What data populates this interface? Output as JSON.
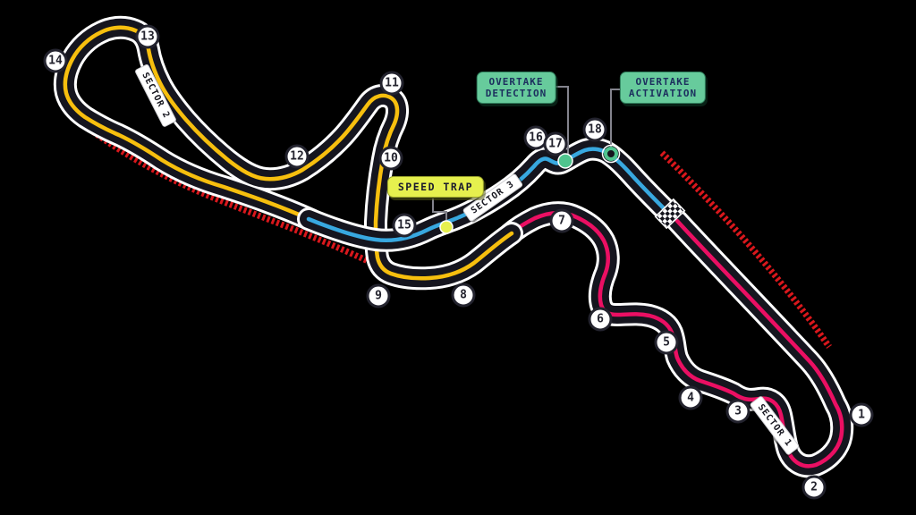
{
  "map": {
    "turns": [
      "1",
      "2",
      "3",
      "4",
      "5",
      "6",
      "7",
      "8",
      "9",
      "10",
      "11",
      "12",
      "13",
      "14",
      "15",
      "16",
      "17",
      "18"
    ],
    "sectors": [
      "SECTOR 1",
      "SECTOR 2",
      "SECTOR 3"
    ],
    "badges": {
      "speed_trap": "SPEED TRAP",
      "overtake_detection": {
        "line1": "OVERTAKE",
        "line2": "DETECTION"
      },
      "overtake_activation": {
        "line1": "OVERTAKE",
        "line2": "ACTIVATION"
      }
    },
    "colors": {
      "track": "#15151e",
      "casing": "#ffffff",
      "sector1_pink": "#eb0f63",
      "sector2_yellow": "#f7bf0e",
      "sector3_blue": "#38a8e0",
      "kerb_red": "#d9171c",
      "marker_green": "#4fc48e",
      "badge_green": "#67cb9c",
      "badge_yellow": "#e6f04e",
      "badge_text_navy": "#1c2f5e"
    }
  }
}
